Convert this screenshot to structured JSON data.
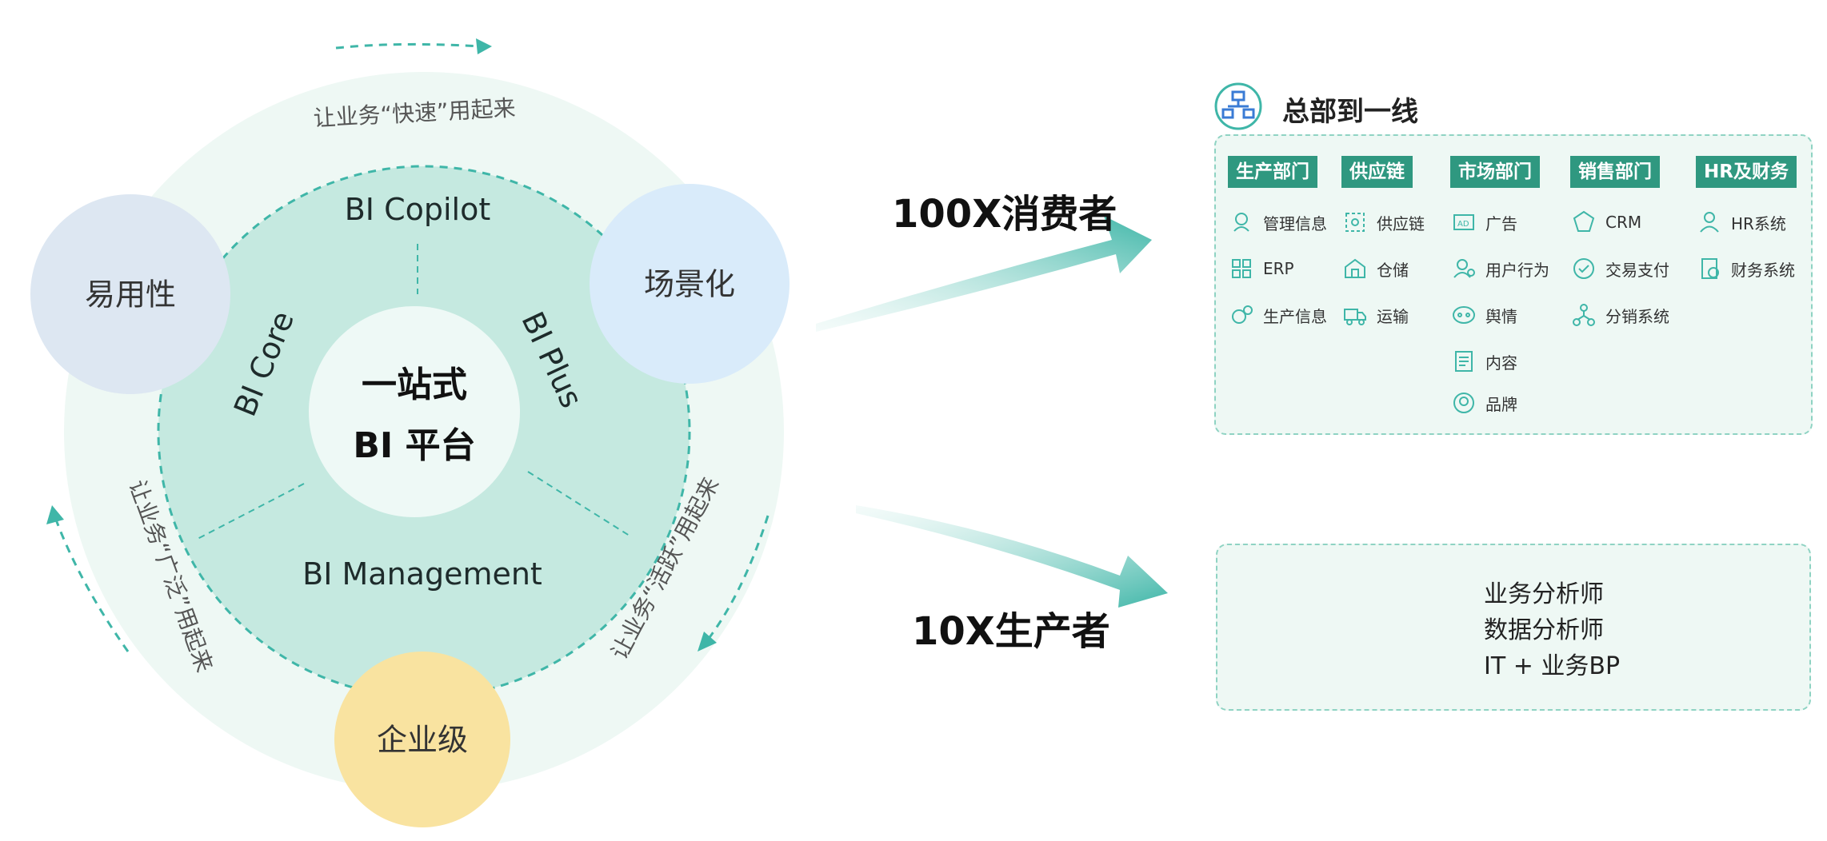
{
  "colors": {
    "outer_ring": "#eef8f4",
    "middle_ring": "#c5e9e0",
    "center": "#eef9f6",
    "accent": "#3fb6a8",
    "header": "#2f9880",
    "panel_border": "#8fd3c3",
    "people": "#2e8f4c"
  },
  "center": {
    "line1": "一站式",
    "line2": "BI 平台"
  },
  "ring": {
    "top": "BI Copilot",
    "left": "BI Core",
    "right": "BI Plus",
    "bottom": "BI Management"
  },
  "hubs": {
    "left": "易用性",
    "right": "场景化",
    "bottom": "企业级"
  },
  "arc_labels": {
    "top": "让业务“快速”用起来",
    "left": "让业务“广泛”用起来",
    "right": "让业务“活跃”用起来"
  },
  "flows": {
    "consumers": "100X消费者",
    "producers": "10X生产者"
  },
  "hq": {
    "title": "总部到一线",
    "icon": "org-chart-icon"
  },
  "departments": [
    {
      "name": "生产部门",
      "items": [
        {
          "label": "管理信息",
          "icon": "management-icon"
        },
        {
          "label": "ERP",
          "icon": "erp-icon"
        },
        {
          "label": "生产信息",
          "icon": "production-icon"
        }
      ]
    },
    {
      "name": "供应链",
      "items": [
        {
          "label": "供应链",
          "icon": "supply-chain-icon"
        },
        {
          "label": "仓储",
          "icon": "warehouse-icon"
        },
        {
          "label": "运输",
          "icon": "truck-icon"
        }
      ]
    },
    {
      "name": "市场部门",
      "items": [
        {
          "label": "广告",
          "icon": "ad-icon"
        },
        {
          "label": "用户行为",
          "icon": "user-behavior-icon"
        },
        {
          "label": "舆情",
          "icon": "public-opinion-icon"
        },
        {
          "label": "内容",
          "icon": "content-icon"
        },
        {
          "label": "品牌",
          "icon": "brand-icon"
        }
      ]
    },
    {
      "name": "销售部门",
      "items": [
        {
          "label": "CRM",
          "icon": "crm-icon"
        },
        {
          "label": "交易支付",
          "icon": "payment-icon"
        },
        {
          "label": "分销系统",
          "icon": "distribution-icon"
        }
      ]
    },
    {
      "name": "HR及财务",
      "items": [
        {
          "label": "HR系统",
          "icon": "hr-icon"
        },
        {
          "label": "财务系统",
          "icon": "finance-icon"
        }
      ]
    }
  ],
  "producers_panel": {
    "roles": [
      "业务分析师",
      "数据分析师",
      "IT + 业务BP"
    ],
    "people_icon": "people-icon"
  }
}
